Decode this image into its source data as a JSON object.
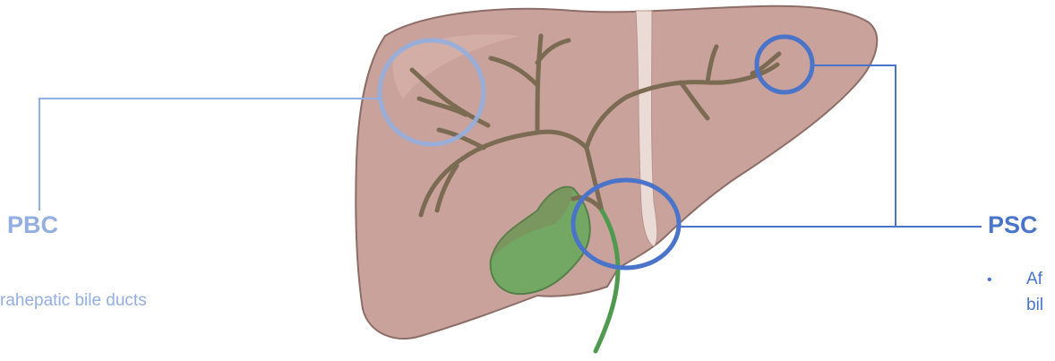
{
  "colors": {
    "pbc": "#93aee0",
    "psc": "#4a74c9",
    "liver_fill": "#c9a29b",
    "liver_stroke": "#8d6d67",
    "duct": "#7b6b52",
    "gallbladder": "#5db46a",
    "ligament": "#eadbd6"
  },
  "pbc": {
    "title": "PBC",
    "description": "rahepatic bile ducts"
  },
  "psc": {
    "title": "PSC",
    "bullet": "•",
    "line1": "Af",
    "line2": "bil"
  }
}
